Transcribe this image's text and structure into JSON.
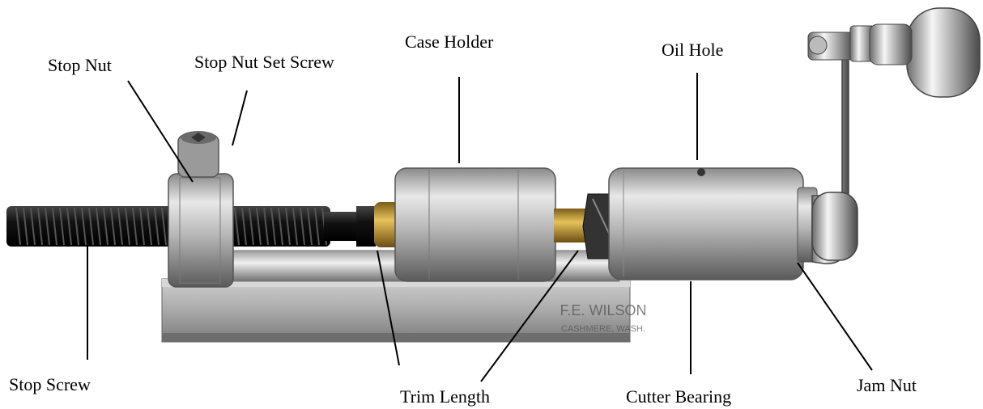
{
  "labels": {
    "stop_nut": "Stop Nut",
    "stop_nut_set_screw": "Stop Nut Set Screw",
    "case_holder": "Case Holder",
    "oil_hole": "Oil Hole",
    "stop_screw": "Stop Screw",
    "trim_length": "Trim Length",
    "cutter_bearing": "Cutter Bearing",
    "jam_nut": "Jam Nut"
  },
  "engraving": {
    "maker": "F.E. WILSON",
    "location": "CASHMERE, WASH."
  },
  "colors": {
    "background": "#ffffff",
    "label_text": "#000000",
    "leader_line": "#000000",
    "steel_light": "#d9d9d9",
    "steel_mid": "#a8a8a8",
    "steel_dark": "#5c5c5c",
    "brass": "#c9a23a",
    "screw_black": "#1a1a1a"
  }
}
